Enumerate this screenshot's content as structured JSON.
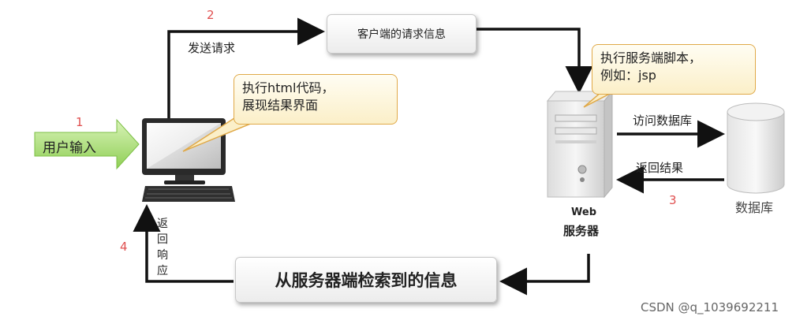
{
  "steps": {
    "s1": "1",
    "s2": "2",
    "s3": "3",
    "s4": "4"
  },
  "labels": {
    "user_input": "用户输入",
    "send_request": "发送请求",
    "client_request_info": "客户端的请求信息",
    "access_db": "访问数据库",
    "return_result": "返回结果",
    "return_response": [
      "返",
      "回",
      "响",
      "应"
    ],
    "retrieved_info": "从服务器端检索到的信息",
    "database": "数据库",
    "web_server_line1": "Web",
    "web_server_line2": "服务器"
  },
  "callouts": {
    "client_line1": "执行html代码，",
    "client_line2": "展现结果界面",
    "server_line1": "执行服务端脚本，",
    "server_line2": "例如：jsp"
  },
  "watermark": "CSDN @q_1039692211",
  "colors": {
    "arrow": "#111111",
    "step_number": "#e05050",
    "callout_border": "#e0a948",
    "user_arrow": "#9fd86a"
  }
}
